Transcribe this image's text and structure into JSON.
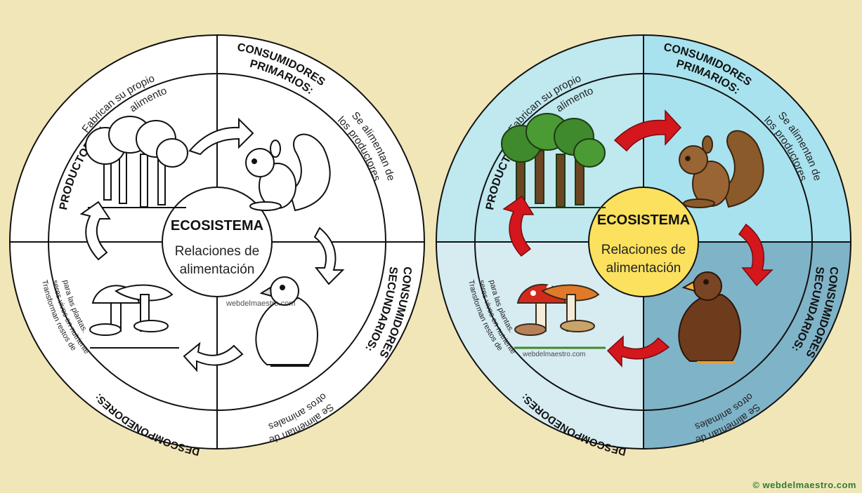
{
  "center": {
    "title": "ECOSISTEMA",
    "subtitle_line1": "Relaciones de",
    "subtitle_line2": "alimentación"
  },
  "quadrants": {
    "productores": {
      "heading": "PRODUCTORES:",
      "desc_line1": "Fabrican su propio",
      "desc_line2": "alimento"
    },
    "consumidores_primarios": {
      "heading_line1": "CONSUMIDORES",
      "heading_line2": "PRIMARIOS:",
      "desc_line1": "Se alimentan de",
      "desc_line2": "los productores"
    },
    "consumidores_secundarios": {
      "heading_line1": "CONSUMIDORES",
      "heading_line2": "SECUNDARIOS:",
      "desc_line1": "Se alimentan de",
      "desc_line2": "otros animales"
    },
    "descomponedores": {
      "heading": "DESCOMPONEDORES:",
      "desc_line1": "Transforman restos de",
      "desc_line2": "seres vivos en nutrientes",
      "desc_line3": "para las plantas."
    }
  },
  "watermark": "webdelmaestro.com",
  "credit": "© webdelmaestro.com",
  "colors": {
    "background": "#f1e6b8",
    "ring_top": "#bfe8ef",
    "ring_bottom_left": "#d6ecf1",
    "ring_bottom_right": "#7fb3c8",
    "center_fill": "#fbe15e",
    "arrow_red": "#d4171c"
  },
  "icons": [
    "trees-icon",
    "squirrel-icon",
    "eagle-icon",
    "mushrooms-icon",
    "cycle-arrow-icon"
  ]
}
